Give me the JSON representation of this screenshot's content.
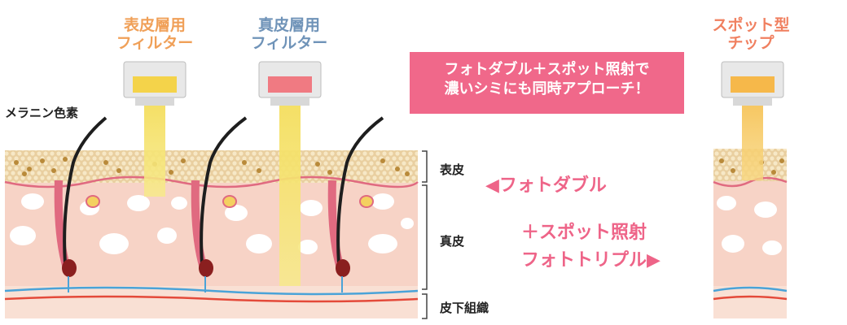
{
  "filters": {
    "epidermis_line1": "表皮層用",
    "epidermis_line2": "フィルター",
    "dermis_line1": "真皮層用",
    "dermis_line2": "フィルター",
    "spot_line1": "スポット型",
    "spot_line2": "チップ"
  },
  "melanin_label": "メラニン色素",
  "callout": {
    "line1": "フォトダブル＋スポット照射で",
    "line2": "濃いシミにも同時アプローチ！"
  },
  "layers": {
    "epidermis": "表皮",
    "dermis": "真皮",
    "subcutis": "皮下組織"
  },
  "annotations": {
    "photo_double": "◀フォトダブル",
    "plus_spot": "＋スポット照射",
    "photo_triple": "フォトトリプル▶"
  },
  "colors": {
    "callout_bg": "#f0688a",
    "accent_pink": "#ee6488",
    "beam": "#f5e26a"
  }
}
